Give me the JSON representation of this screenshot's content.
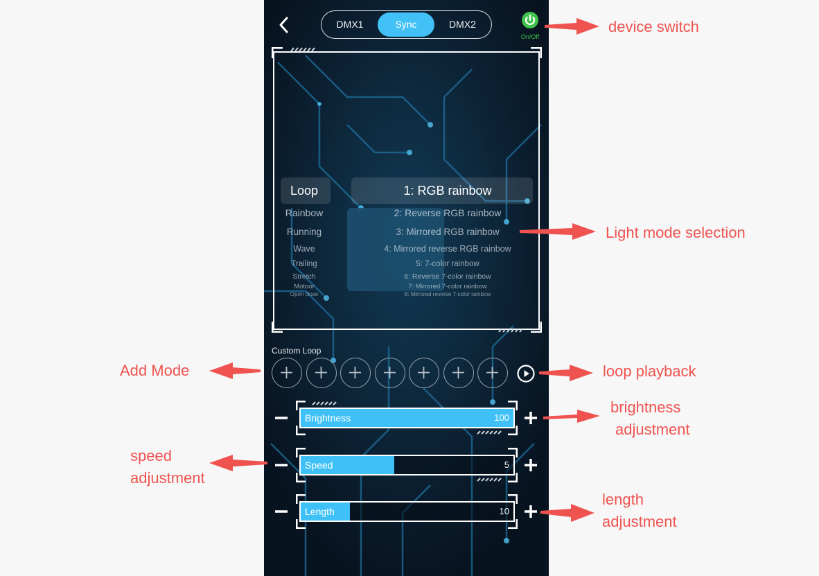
{
  "tabs": [
    "DMX1",
    "Sync",
    "DMX2"
  ],
  "selected_tab": "Sync",
  "power": {
    "label": "On/Off",
    "color": "#3fc34d"
  },
  "accent_color": "#42c1f6",
  "mode_categories": [
    "Loop",
    "Rainbow",
    "Running",
    "Wave",
    "Trailing",
    "Stretch",
    "Motoor",
    "Open close"
  ],
  "mode_items": [
    "1: RGB rainbow",
    "2: Reverse RGB rainbow",
    "3: Mirrored RGB rainbow",
    "4: Mirrored reverse RGB rainbow",
    "5: 7-color rainbow",
    "6: Reverse 7-color rainbow",
    "7: Mirrored 7-color rainbow",
    "8: Mirrored reverse 7-color rainbow"
  ],
  "custom_loop": {
    "label": "Custom Loop",
    "slot_count": 7
  },
  "sliders": {
    "brightness": {
      "label": "Brightness",
      "value": "100",
      "fraction": 1.0
    },
    "speed": {
      "label": "Speed",
      "value": "5",
      "fraction": 0.44
    },
    "length": {
      "label": "Length",
      "value": "10",
      "fraction": 0.23
    }
  },
  "annotations": {
    "device_switch": "device switch",
    "light_mode": "Light mode selection",
    "add_mode": "Add Mode",
    "loop_playback": "loop playback",
    "brightness_1": "brightness",
    "brightness_2": "adjustment",
    "speed_1": "speed",
    "speed_2": "adjustment",
    "length_1": "length",
    "length_2": "adjustment"
  },
  "annotation_color": "#ef5350"
}
